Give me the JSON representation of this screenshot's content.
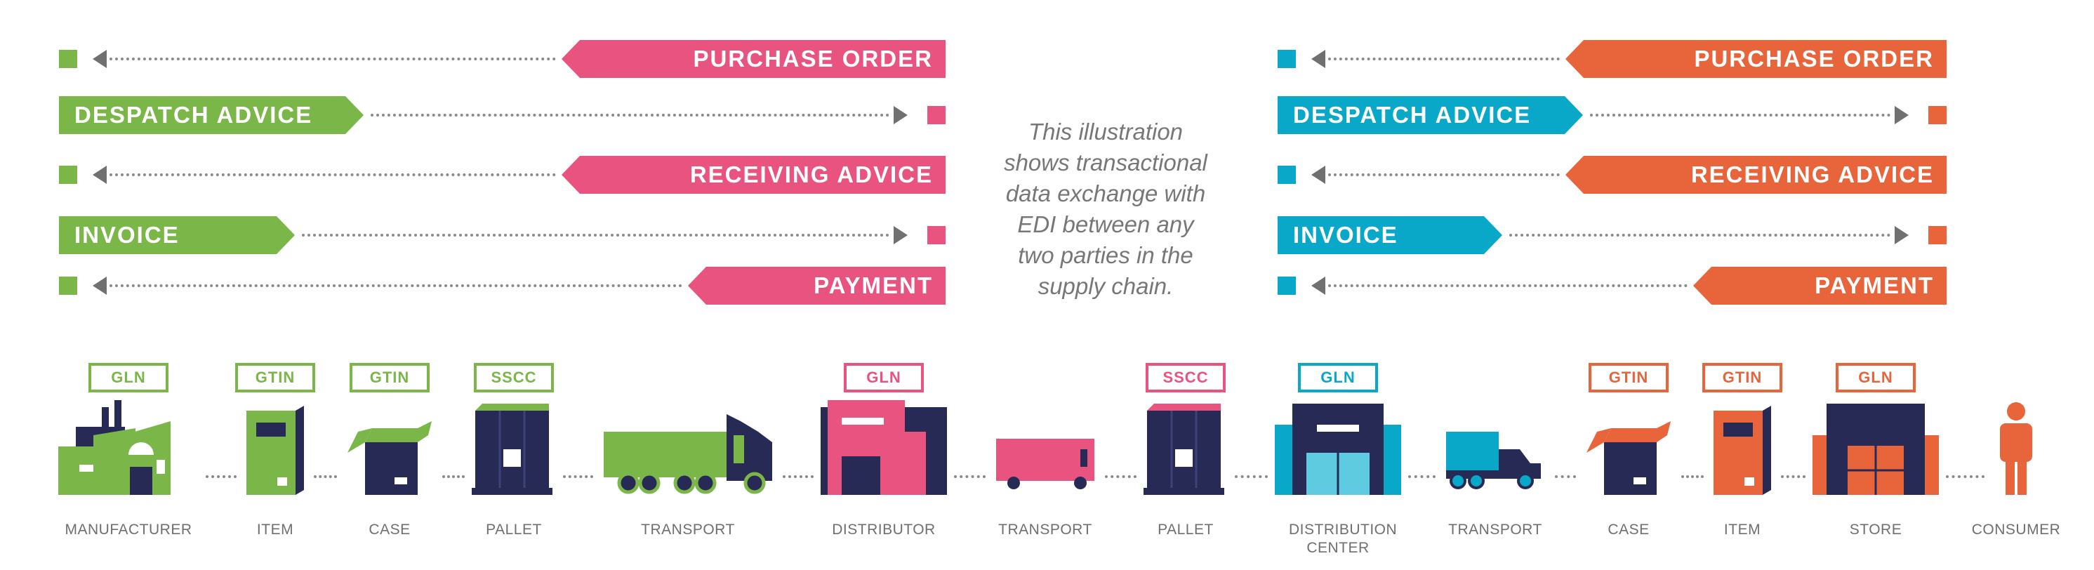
{
  "colors": {
    "green": "#7ab648",
    "pink": "#e8547f",
    "teal": "#0aa8c8",
    "orange": "#e8643a",
    "navy": "#262a55",
    "gray": "#777777"
  },
  "panels": [
    {
      "name": "manufacturer-distributor",
      "sender_color": "#7ab648",
      "receiver_color": "#e8547f",
      "messages": [
        {
          "label": "PURCHASE ORDER",
          "direction": "to-left"
        },
        {
          "label": "DESPATCH ADVICE",
          "direction": "to-right"
        },
        {
          "label": "RECEIVING ADVICE",
          "direction": "to-left"
        },
        {
          "label": "INVOICE",
          "direction": "to-right"
        },
        {
          "label": "PAYMENT",
          "direction": "to-left"
        }
      ]
    },
    {
      "name": "distribution-center-store",
      "sender_color": "#0aa8c8",
      "receiver_color": "#e8643a",
      "messages": [
        {
          "label": "PURCHASE ORDER",
          "direction": "to-left"
        },
        {
          "label": "DESPATCH ADVICE",
          "direction": "to-right"
        },
        {
          "label": "RECEIVING ADVICE",
          "direction": "to-left"
        },
        {
          "label": "INVOICE",
          "direction": "to-right"
        },
        {
          "label": "PAYMENT",
          "direction": "to-left"
        }
      ]
    }
  ],
  "note_lines": [
    "This illustration",
    "shows transactional",
    "data exchange with",
    "EDI between any",
    "two parties in the",
    "supply chain."
  ],
  "stages": [
    {
      "label": "MANUFACTURER",
      "tag": "GLN",
      "icon": "factory",
      "color": "#7ab648"
    },
    {
      "label": "ITEM",
      "tag": "GTIN",
      "icon": "item",
      "color": "#7ab648"
    },
    {
      "label": "CASE",
      "tag": "GTIN",
      "icon": "case",
      "color": "#7ab648"
    },
    {
      "label": "PALLET",
      "tag": "SSCC",
      "icon": "pallet",
      "color": "#7ab648"
    },
    {
      "label": "TRANSPORT",
      "tag": null,
      "icon": "truck-big",
      "color": "#7ab648"
    },
    {
      "label": "DISTRIBUTOR",
      "tag": "GLN",
      "icon": "distributor",
      "color": "#e8547f"
    },
    {
      "label": "TRANSPORT",
      "tag": null,
      "icon": "van",
      "color": "#e8547f"
    },
    {
      "label": "PALLET",
      "tag": "SSCC",
      "icon": "pallet",
      "color": "#e8547f"
    },
    {
      "label": "DISTRIBUTION CENTER",
      "tag": "GLN",
      "icon": "dc",
      "color": "#0aa8c8"
    },
    {
      "label": "TRANSPORT",
      "tag": null,
      "icon": "truck-small",
      "color": "#0aa8c8"
    },
    {
      "label": "CASE",
      "tag": "GTIN",
      "icon": "case",
      "color": "#e8643a"
    },
    {
      "label": "ITEM",
      "tag": "GTIN",
      "icon": "item",
      "color": "#e8643a"
    },
    {
      "label": "STORE",
      "tag": "GLN",
      "icon": "store",
      "color": "#e8643a"
    },
    {
      "label": "CONSUMER",
      "tag": null,
      "icon": "person",
      "color": "#e8643a"
    }
  ]
}
